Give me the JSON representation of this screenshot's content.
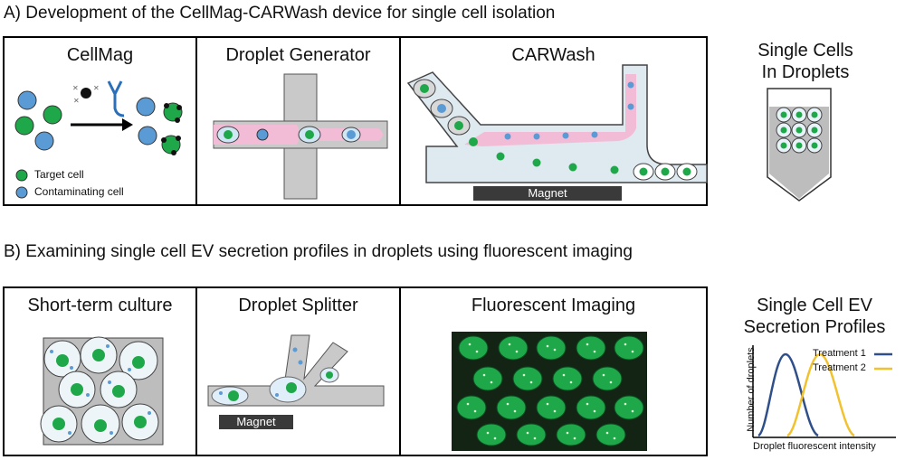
{
  "sectionA": {
    "title": "A) Development of the CellMag-CARWash device for single cell isolation",
    "panels": {
      "cellmag": {
        "title": "CellMag",
        "legend_target": "Target cell",
        "legend_contaminating": "Contaminating cell"
      },
      "droplet_generator": {
        "title": "Droplet Generator"
      },
      "carwash": {
        "title": "CARWash",
        "magnet": "Magnet"
      },
      "single_cells": {
        "title_line1": "Single Cells",
        "title_line2": "In Droplets"
      }
    }
  },
  "sectionB": {
    "title": "B) Examining single cell EV secretion profiles in droplets using fluorescent imaging",
    "panels": {
      "culture": {
        "title": "Short-term culture"
      },
      "splitter": {
        "title": "Droplet Splitter",
        "magnet": "Magnet"
      },
      "imaging": {
        "title": "Fluorescent Imaging"
      },
      "profiles": {
        "title_line1": "Single Cell EV",
        "title_line2": "Secretion Profiles",
        "ylabel": "Number of droplets",
        "xlabel": "Droplet fluorescent intensity",
        "legend": [
          "Treatment 1",
          "Treatment 2"
        ]
      }
    }
  },
  "colors": {
    "target_green": "#1fa84a",
    "contaminating_blue": "#5b9bd5",
    "channel_pink": "#f3bcd6",
    "channel_gray": "#c9c9c9",
    "magnet": "#3a3a3a",
    "treatment1": "#2f4f8a",
    "treatment2": "#f2c12e"
  }
}
